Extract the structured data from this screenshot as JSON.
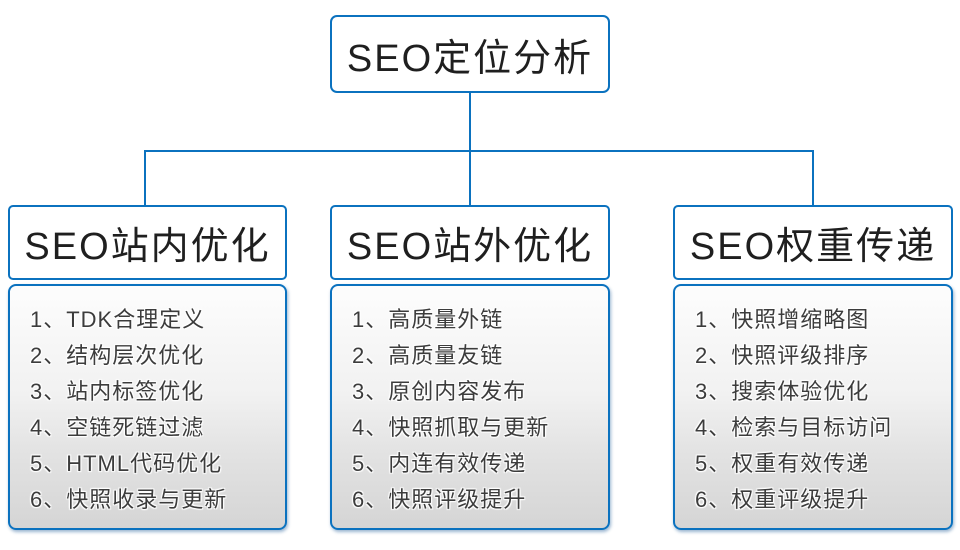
{
  "diagram": {
    "root": {
      "title": "SEO定位分析"
    },
    "columns": [
      {
        "title": "SEO站内优化",
        "items": [
          "1、TDK合理定义",
          "2、结构层次优化",
          "3、站内标签优化",
          "4、空链死链过滤",
          "5、HTML代码优化",
          "6、快照收录与更新"
        ]
      },
      {
        "title": "SEO站外优化",
        "items": [
          "1、高质量外链",
          "2、高质量友链",
          "3、原创内容发布",
          "4、快照抓取与更新",
          "5、内连有效传递",
          "6、快照评级提升"
        ]
      },
      {
        "title": "SEO权重传递",
        "items": [
          "1、快照增缩略图",
          "2、快照评级排序",
          "3、搜索体验优化",
          "4、检索与目标访问",
          "5、权重有效传递",
          "6、权重评级提升"
        ]
      }
    ],
    "colors": {
      "connector_blue": "#0b72bf",
      "list_gradient_top": "#fdfdfd",
      "list_gradient_bottom": "#d5d5d5",
      "header_text": "#1f1f1f",
      "list_text": "#3c3c3c"
    }
  }
}
